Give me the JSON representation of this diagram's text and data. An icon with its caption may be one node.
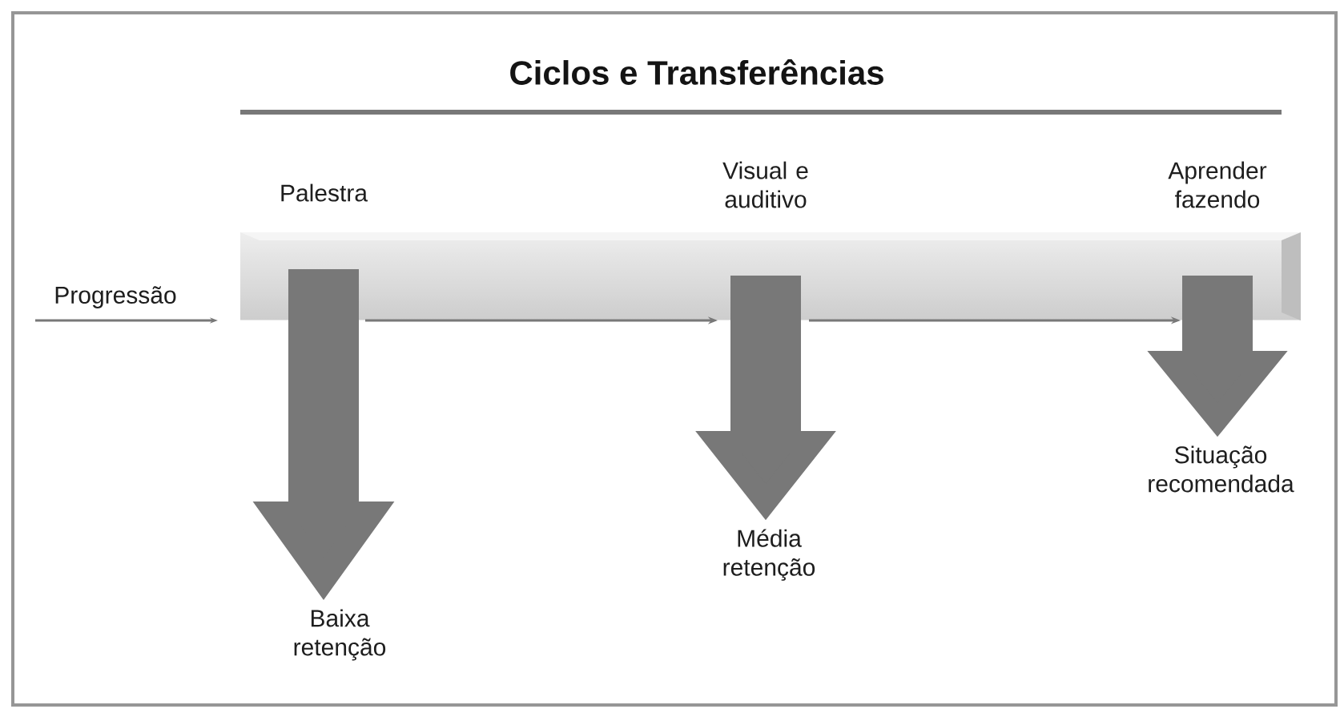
{
  "diagram": {
    "title": "Ciclos e Transferências",
    "nodes": [
      {
        "text": [
          "Palestra"
        ]
      },
      {
        "text": [
          "Baixa retenção"
        ]
      },
      {
        "text": [
          "Visual e auditivo"
        ]
      },
      {
        "text": [
          "Média retenção"
        ]
      },
      {
        "text": [
          "Aprender fazendo"
        ]
      },
      {
        "text": [
          "Situação recomendada"
        ]
      }
    ],
    "edges": [
      {
        "from": 0,
        "to": 1,
        "arrow": "to"
      },
      {
        "from": 2,
        "to": 3,
        "arrow": "to"
      },
      {
        "from": 4,
        "to": 5,
        "arrow": "to"
      }
    ],
    "labels": [
      "Progressão"
    ]
  }
}
